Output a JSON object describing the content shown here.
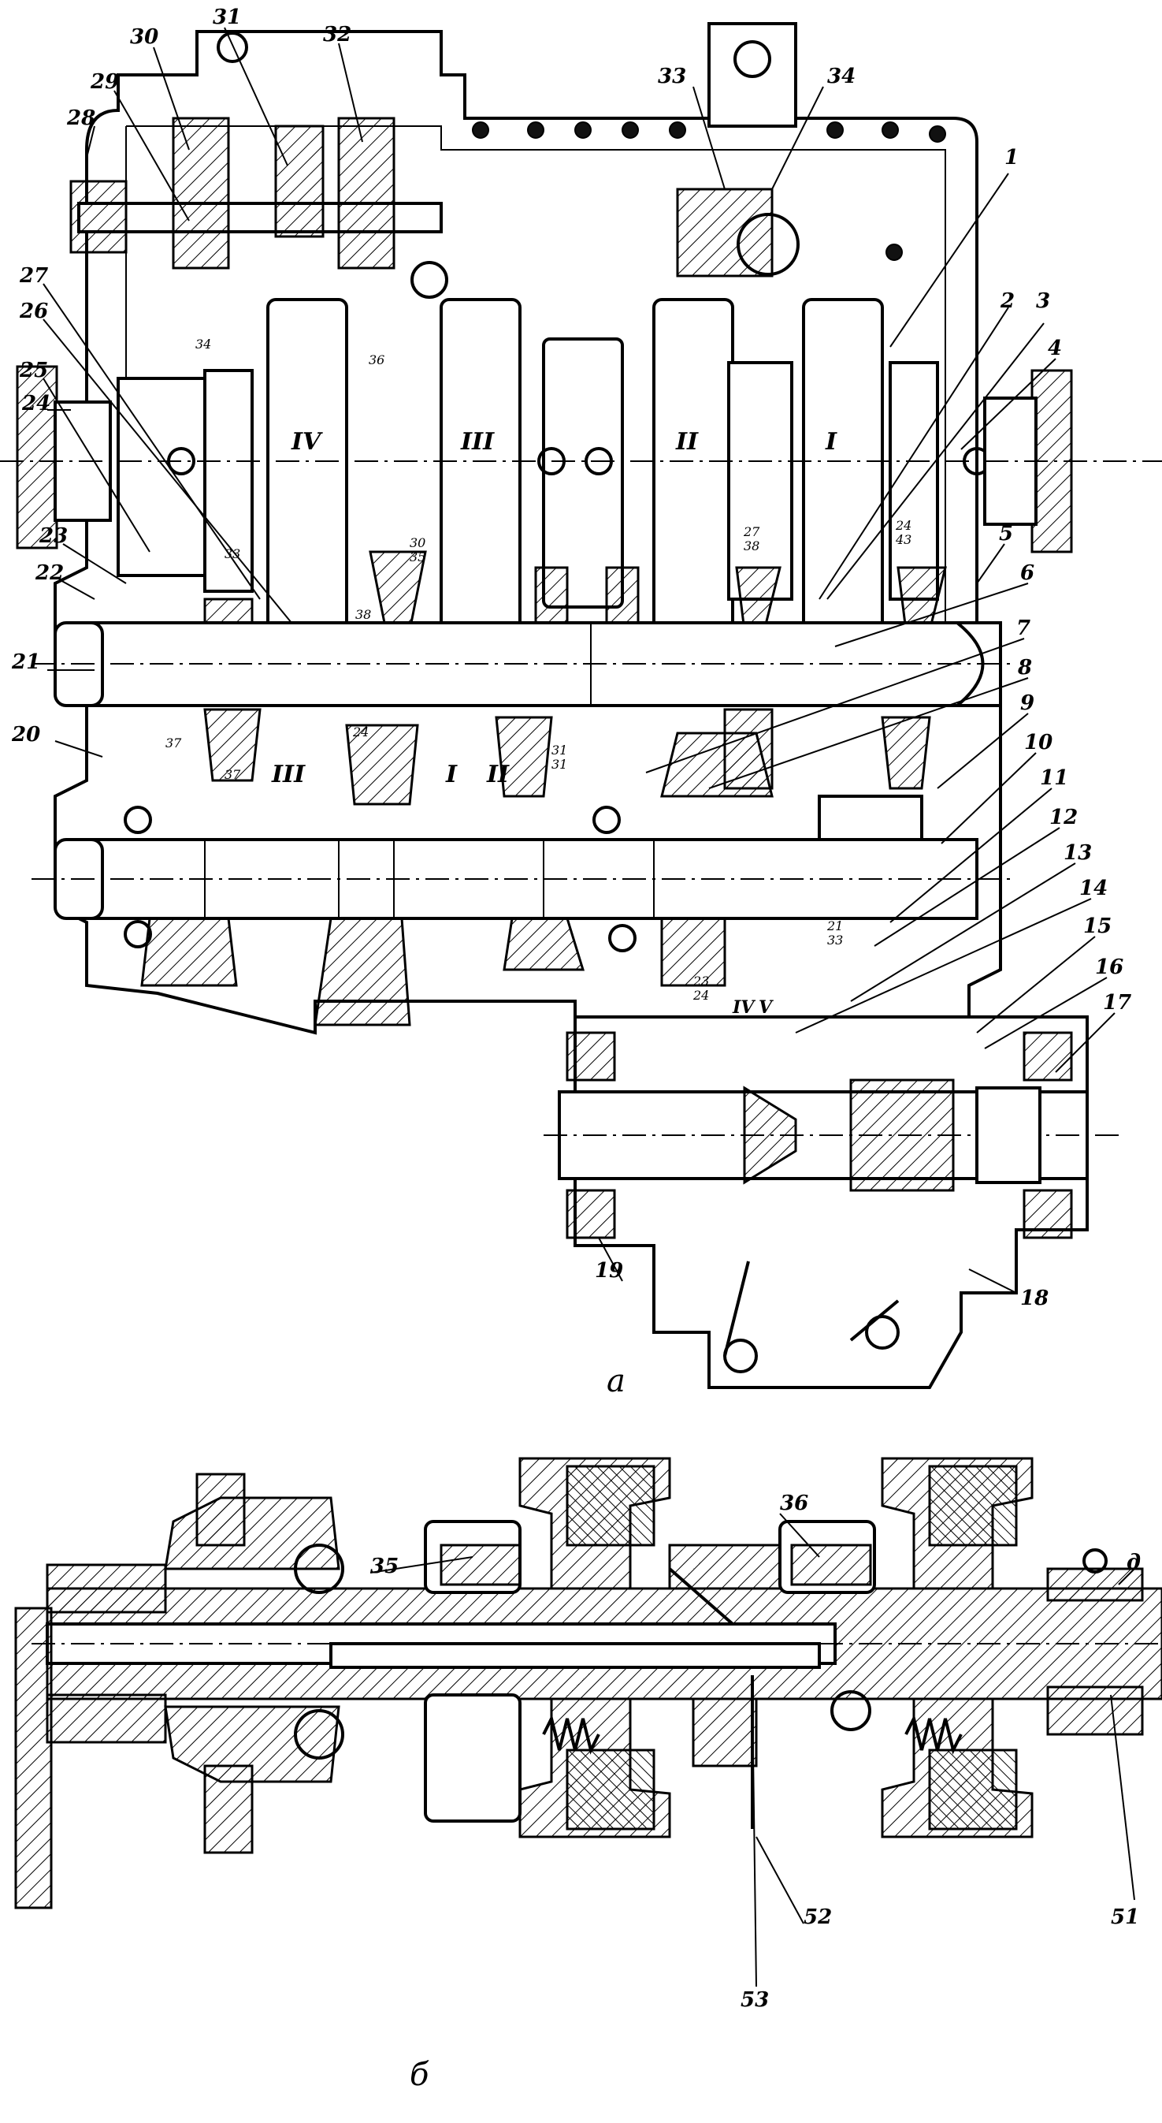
{
  "figure": {
    "caption_a": "а",
    "caption_b": "б",
    "letter_d": "д"
  },
  "callouts_a": [
    "1",
    "2",
    "3",
    "4",
    "5",
    "6",
    "7",
    "8",
    "9",
    "10",
    "11",
    "12",
    "13",
    "14",
    "15",
    "16",
    "17",
    "18",
    "19",
    "20",
    "21",
    "22",
    "23",
    "24",
    "25",
    "26",
    "27",
    "28",
    "29",
    "30",
    "31",
    "32",
    "33",
    "34"
  ],
  "callouts_b": [
    "35",
    "36",
    "51",
    "52",
    "53"
  ],
  "gear_romans_upper": [
    "IV",
    "III",
    "II",
    "I"
  ],
  "gear_romans_lower": [
    "III",
    "I",
    "II"
  ],
  "gear_romans_output": [
    "IV",
    "V"
  ],
  "tooth_counts": [
    "33",
    "30",
    "35",
    "27",
    "38",
    "24",
    "43",
    "38",
    "31",
    "37",
    "24",
    "31",
    "37",
    "21",
    "33",
    "23",
    "24",
    "34",
    "36"
  ]
}
